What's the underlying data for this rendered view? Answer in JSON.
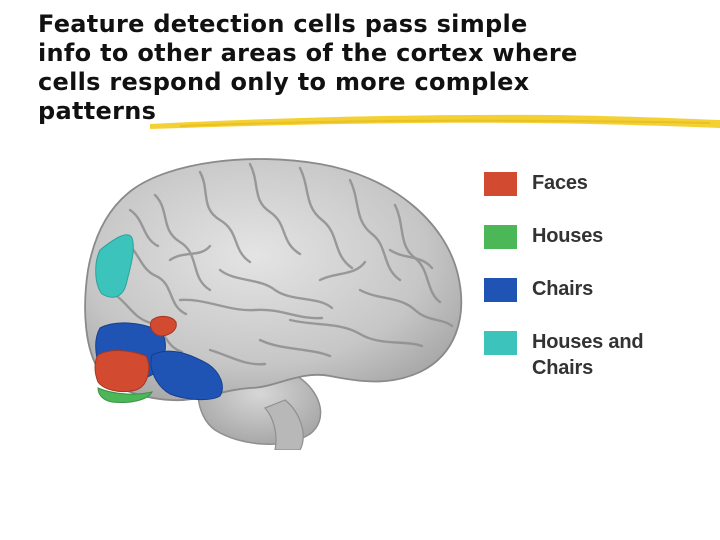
{
  "title": {
    "lines": [
      "Feature detection cells pass simple",
      "info to other areas of the cortex where",
      "cells respond only to more complex",
      "patterns"
    ]
  },
  "legend": [
    {
      "label_lines": [
        "Faces"
      ],
      "color": "#d24a30"
    },
    {
      "label_lines": [
        "Houses"
      ],
      "color": "#4cb757"
    },
    {
      "label_lines": [
        "Chairs"
      ],
      "color": "#1f54b5"
    },
    {
      "label_lines": [
        "Houses and",
        "Chairs"
      ],
      "color": "#3cc3bb"
    }
  ],
  "colors": {
    "accent_stroke": "#f2cf2a",
    "brain_tissue": "#c9c9c9"
  }
}
